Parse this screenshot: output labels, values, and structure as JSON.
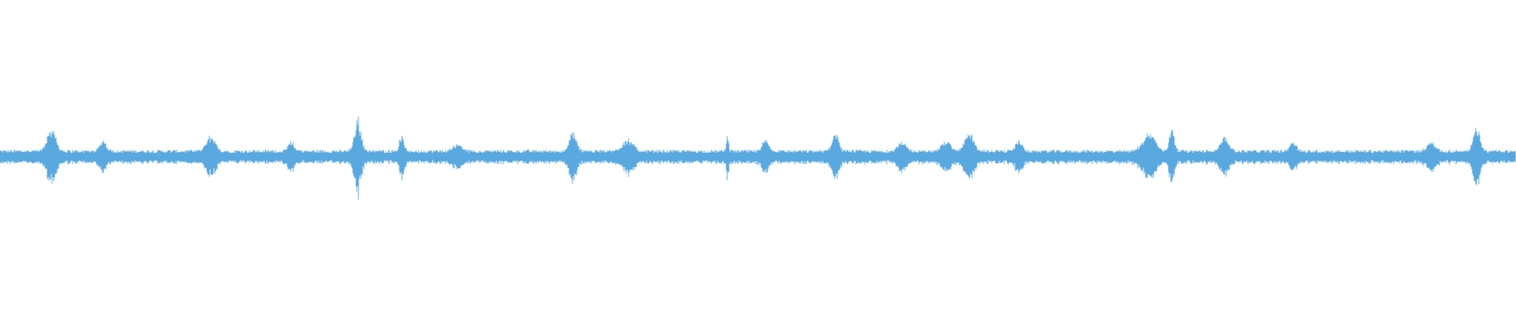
{
  "waveform": {
    "color": "#5aa8e0",
    "background": "#ffffff",
    "baseline_amplitude": 0.012,
    "noise_amplitude": 0.02,
    "bursts": [
      {
        "position": 0.034,
        "amplitude": 0.075,
        "spread": 0.004
      },
      {
        "position": 0.068,
        "amplitude": 0.035,
        "spread": 0.003
      },
      {
        "position": 0.139,
        "amplitude": 0.05,
        "spread": 0.004
      },
      {
        "position": 0.192,
        "amplitude": 0.03,
        "spread": 0.003
      },
      {
        "position": 0.236,
        "amplitude": 0.11,
        "spread": 0.003
      },
      {
        "position": 0.265,
        "amplitude": 0.055,
        "spread": 0.002
      },
      {
        "position": 0.302,
        "amplitude": 0.025,
        "spread": 0.004
      },
      {
        "position": 0.378,
        "amplitude": 0.07,
        "spread": 0.003
      },
      {
        "position": 0.414,
        "amplitude": 0.04,
        "spread": 0.005
      },
      {
        "position": 0.48,
        "amplitude": 0.06,
        "spread": 0.001
      },
      {
        "position": 0.505,
        "amplitude": 0.035,
        "spread": 0.003
      },
      {
        "position": 0.551,
        "amplitude": 0.065,
        "spread": 0.003
      },
      {
        "position": 0.595,
        "amplitude": 0.03,
        "spread": 0.004
      },
      {
        "position": 0.624,
        "amplitude": 0.04,
        "spread": 0.004
      },
      {
        "position": 0.639,
        "amplitude": 0.07,
        "spread": 0.004
      },
      {
        "position": 0.672,
        "amplitude": 0.04,
        "spread": 0.003
      },
      {
        "position": 0.758,
        "amplitude": 0.06,
        "spread": 0.006
      },
      {
        "position": 0.773,
        "amplitude": 0.1,
        "spread": 0.002
      },
      {
        "position": 0.808,
        "amplitude": 0.045,
        "spread": 0.004
      },
      {
        "position": 0.853,
        "amplitude": 0.035,
        "spread": 0.003
      },
      {
        "position": 0.944,
        "amplitude": 0.03,
        "spread": 0.004
      },
      {
        "position": 0.974,
        "amplitude": 0.08,
        "spread": 0.003
      }
    ]
  }
}
